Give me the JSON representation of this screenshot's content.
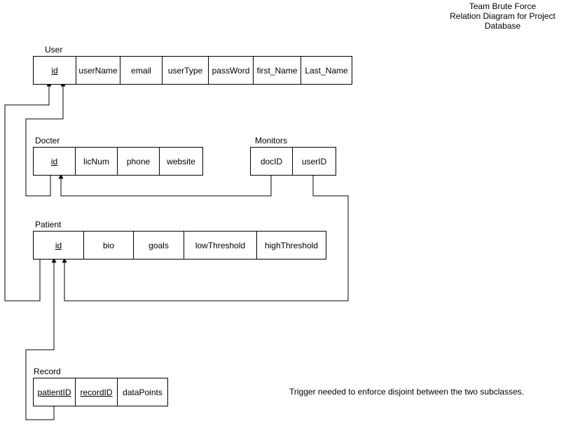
{
  "header": {
    "line1": "Team Brute Force",
    "line2": "Relation Diagram for Project Database"
  },
  "tables": {
    "user": {
      "label": "User",
      "columns": [
        {
          "name": "id",
          "pk": true
        },
        {
          "name": "userName",
          "pk": false
        },
        {
          "name": "email",
          "pk": false
        },
        {
          "name": "userType",
          "pk": false
        },
        {
          "name": "passWord",
          "pk": false
        },
        {
          "name": "first_Name",
          "pk": false
        },
        {
          "name": "Last_Name",
          "pk": false
        }
      ]
    },
    "docter": {
      "label": "Docter",
      "columns": [
        {
          "name": "id",
          "pk": true
        },
        {
          "name": "licNum",
          "pk": false
        },
        {
          "name": "phone",
          "pk": false
        },
        {
          "name": "website",
          "pk": false
        }
      ]
    },
    "monitors": {
      "label": "Monitors",
      "columns": [
        {
          "name": "docID",
          "pk": false
        },
        {
          "name": "userID",
          "pk": false
        }
      ]
    },
    "patient": {
      "label": "Patient",
      "columns": [
        {
          "name": "id",
          "pk": true
        },
        {
          "name": "bio",
          "pk": false
        },
        {
          "name": "goals",
          "pk": false
        },
        {
          "name": "lowThreshold",
          "pk": false
        },
        {
          "name": "highThreshold",
          "pk": false
        }
      ]
    },
    "record": {
      "label": "Record",
      "columns": [
        {
          "name": "patientID",
          "pk": true
        },
        {
          "name": "recordID",
          "pk": true
        },
        {
          "name": "dataPoints",
          "pk": false
        }
      ]
    }
  },
  "note": "Trigger needed to enforce disjoint between the two subclasses.",
  "colors": {
    "line": "#000000",
    "background": "#ffffff"
  }
}
